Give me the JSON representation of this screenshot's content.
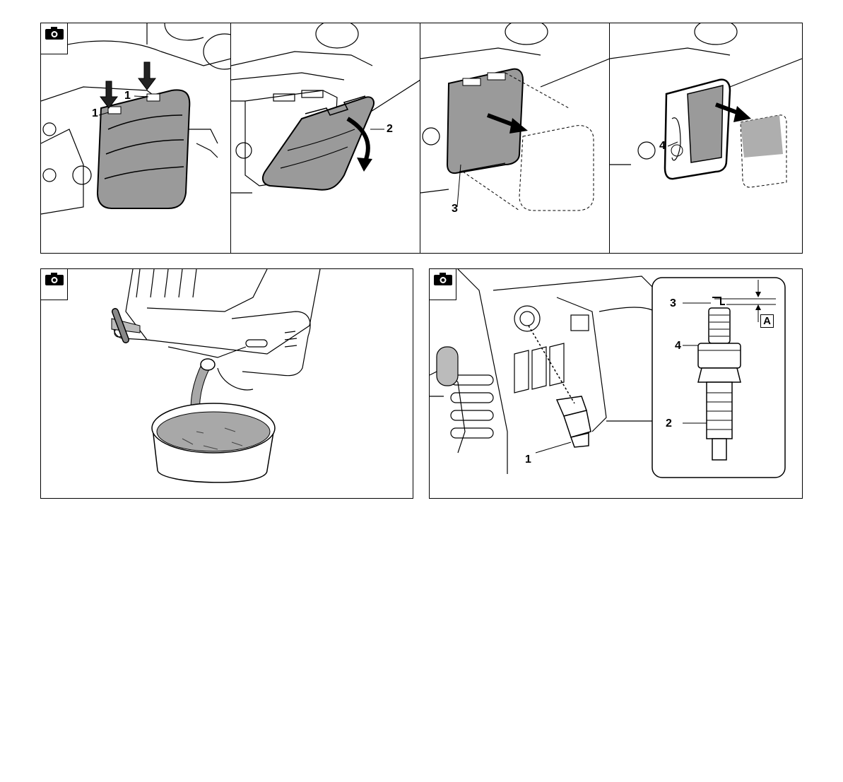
{
  "panels": {
    "p1": {
      "labels": [
        "1",
        "1"
      ]
    },
    "p2": {
      "labels": [
        "2"
      ]
    },
    "p3": {
      "labels": [
        "3"
      ]
    },
    "p4": {
      "labels": [
        "4"
      ]
    },
    "p6": {
      "labels": [
        "1",
        "3",
        "4",
        "2"
      ],
      "gap_label": "A"
    }
  },
  "icons": {
    "photo": "camera-icon"
  },
  "colors": {
    "line": "#000000",
    "filter_gray": "#9a9a9a",
    "oil": "#a8a8a8",
    "background": "#ffffff"
  }
}
